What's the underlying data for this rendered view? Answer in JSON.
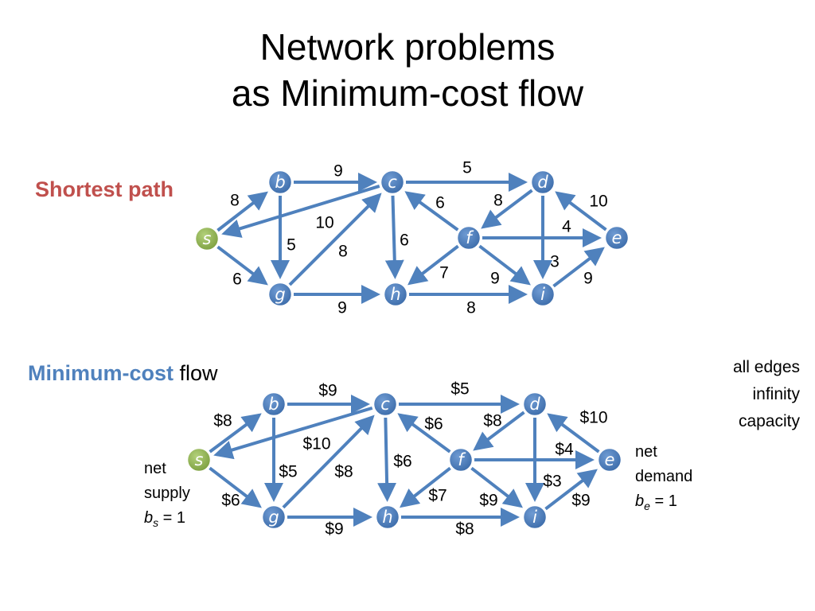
{
  "title": {
    "line1": "Network problems",
    "line2": "as Minimum-cost flow"
  },
  "shortest_path": {
    "label": "Shortest path",
    "nodes": [
      {
        "id": "s",
        "label": "s",
        "kind": "source"
      },
      {
        "id": "b",
        "label": "b",
        "kind": "normal"
      },
      {
        "id": "c",
        "label": "c",
        "kind": "normal"
      },
      {
        "id": "d",
        "label": "d",
        "kind": "normal"
      },
      {
        "id": "e",
        "label": "e",
        "kind": "normal"
      },
      {
        "id": "f",
        "label": "f",
        "kind": "normal"
      },
      {
        "id": "g",
        "label": "g",
        "kind": "normal"
      },
      {
        "id": "h",
        "label": "h",
        "kind": "normal"
      },
      {
        "id": "i",
        "label": "i",
        "kind": "normal"
      }
    ],
    "edges": [
      {
        "from": "s",
        "to": "b",
        "label": "8"
      },
      {
        "from": "s",
        "to": "g",
        "label": "6"
      },
      {
        "from": "b",
        "to": "c",
        "label": "9"
      },
      {
        "from": "b",
        "to": "g",
        "label": "5"
      },
      {
        "from": "c",
        "to": "s",
        "label": "10"
      },
      {
        "from": "c",
        "to": "d",
        "label": "5"
      },
      {
        "from": "c",
        "to": "h",
        "label": "6"
      },
      {
        "from": "g",
        "to": "c",
        "label": "8"
      },
      {
        "from": "g",
        "to": "h",
        "label": "9"
      },
      {
        "from": "d",
        "to": "f",
        "label": "8"
      },
      {
        "from": "d",
        "to": "i",
        "label": "3"
      },
      {
        "from": "e",
        "to": "d",
        "label": "10"
      },
      {
        "from": "f",
        "to": "c",
        "label": "6"
      },
      {
        "from": "f",
        "to": "e",
        "label": "4"
      },
      {
        "from": "f",
        "to": "h",
        "label": "7"
      },
      {
        "from": "f",
        "to": "i",
        "label": "9"
      },
      {
        "from": "h",
        "to": "i",
        "label": "8"
      },
      {
        "from": "i",
        "to": "e",
        "label": "9"
      }
    ]
  },
  "min_cost_flow": {
    "label_accent": "Minimum-cost",
    "label_rest": " flow",
    "edges_note": [
      "all edges",
      "infinity",
      "capacity"
    ],
    "supply_note": {
      "line1": "net",
      "line2": "supply",
      "sym": "b",
      "sub": "s",
      "eq": " = 1"
    },
    "demand_note": {
      "line1": "net",
      "line2": "demand",
      "sym": "b",
      "sub": "e",
      "eq": " = 1"
    },
    "nodes": [
      {
        "id": "s",
        "label": "s",
        "kind": "source"
      },
      {
        "id": "b",
        "label": "b",
        "kind": "normal"
      },
      {
        "id": "c",
        "label": "c",
        "kind": "normal"
      },
      {
        "id": "d",
        "label": "d",
        "kind": "normal"
      },
      {
        "id": "e",
        "label": "e",
        "kind": "normal"
      },
      {
        "id": "f",
        "label": "f",
        "kind": "normal"
      },
      {
        "id": "g",
        "label": "g",
        "kind": "normal"
      },
      {
        "id": "h",
        "label": "h",
        "kind": "normal"
      },
      {
        "id": "i",
        "label": "i",
        "kind": "normal"
      }
    ],
    "edges": [
      {
        "from": "s",
        "to": "b",
        "label": "$8"
      },
      {
        "from": "s",
        "to": "g",
        "label": "$6"
      },
      {
        "from": "b",
        "to": "c",
        "label": "$9"
      },
      {
        "from": "b",
        "to": "g",
        "label": "$5"
      },
      {
        "from": "c",
        "to": "s",
        "label": "$10"
      },
      {
        "from": "c",
        "to": "d",
        "label": "$5"
      },
      {
        "from": "c",
        "to": "h",
        "label": "$6"
      },
      {
        "from": "g",
        "to": "c",
        "label": "$8"
      },
      {
        "from": "g",
        "to": "h",
        "label": "$9"
      },
      {
        "from": "d",
        "to": "f",
        "label": "$8"
      },
      {
        "from": "d",
        "to": "i",
        "label": "$3"
      },
      {
        "from": "e",
        "to": "d",
        "label": "$10"
      },
      {
        "from": "f",
        "to": "c",
        "label": "$6"
      },
      {
        "from": "f",
        "to": "e",
        "label": "$4"
      },
      {
        "from": "f",
        "to": "h",
        "label": "$7"
      },
      {
        "from": "f",
        "to": "i",
        "label": "$9"
      },
      {
        "from": "h",
        "to": "i",
        "label": "$8"
      },
      {
        "from": "i",
        "to": "e",
        "label": "$9"
      }
    ]
  },
  "colors": {
    "node_fill": "#4f81bd",
    "source_fill": "#9bbb59",
    "edge": "#4f81bd",
    "title_accent_red": "#c0504d",
    "title_accent_blue": "#4f81bd"
  }
}
